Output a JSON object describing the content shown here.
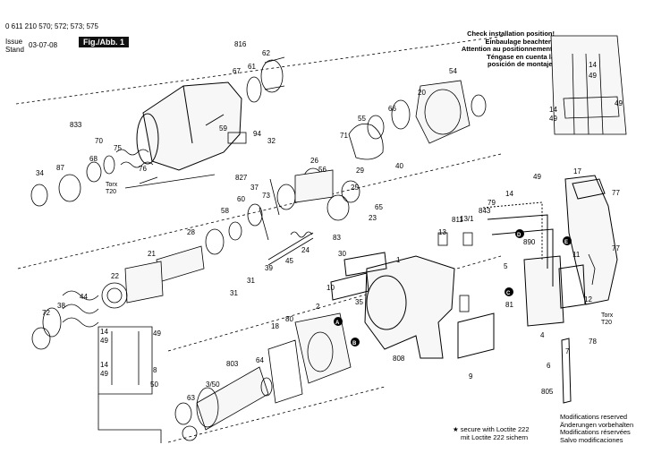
{
  "header": {
    "model_line": "0 611 210 570; 572; 573; 575",
    "issue_label": "Issue",
    "stand_label": "Stand",
    "date": "03-07-08",
    "figure_label": "Fig./Abb. 1"
  },
  "install_note": [
    "Check installation position!",
    "Einbaulage beachten!",
    "Attention au positionnement!",
    "Téngase en cuenta la",
    "posición de montaje!"
  ],
  "loctite_note": [
    "★ secure with Loctite 222",
    "mit Loctite 222 sichern"
  ],
  "modifications_note": [
    "Modifications reserved",
    "Änderungen vorbehalten",
    "Modifications réservées",
    "Salvo modificaciones"
  ],
  "torx_labels": [
    "Torx",
    "T20"
  ],
  "part_labels": [
    "816",
    "67",
    "61",
    "62",
    "833",
    "70",
    "75",
    "59",
    "94",
    "32",
    "34",
    "87",
    "68",
    "76",
    "71",
    "54",
    "20",
    "66",
    "55",
    "56",
    "26",
    "29",
    "25",
    "40",
    "827",
    "73",
    "37",
    "60",
    "58",
    "28",
    "83",
    "23",
    "65",
    "24",
    "21",
    "30",
    "45",
    "22",
    "39",
    "31",
    "31",
    "38",
    "44",
    "72",
    "10",
    "1",
    "35",
    "80",
    "2",
    "18",
    "803",
    "64",
    "3/50",
    "63",
    "50",
    "8",
    "808",
    "9",
    "13",
    "811",
    "13/1",
    "843",
    "79",
    "14",
    "49",
    "17",
    "890",
    "11",
    "5",
    "12",
    "4",
    "7",
    "78",
    "6",
    "805",
    "77",
    "77",
    "14",
    "49",
    "14",
    "49",
    "49",
    "14",
    "49",
    "14",
    "49",
    "49",
    "81",
    "A",
    "B",
    "C",
    "D",
    "E"
  ]
}
